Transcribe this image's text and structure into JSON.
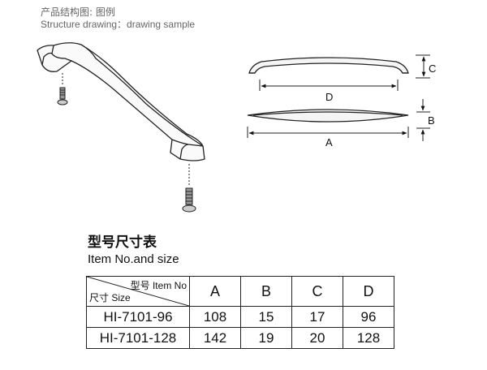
{
  "caption": {
    "cn": "产品结构图: 图例",
    "en": "Structure drawing：drawing sample"
  },
  "dimension_labels": {
    "a": "A",
    "b": "B",
    "c": "C",
    "d": "D"
  },
  "size_section": {
    "title_cn": "型号尺寸表",
    "title_en": "Item No.and size"
  },
  "table": {
    "corner_top": "型号 Item No",
    "corner_bottom": "尺寸 Size",
    "columns": [
      "A",
      "B",
      "C",
      "D"
    ],
    "rows": [
      {
        "model": "HI-7101-96",
        "values": [
          "108",
          "15",
          "17",
          "96"
        ]
      },
      {
        "model": "HI-7101-128",
        "values": [
          "142",
          "19",
          "20",
          "128"
        ]
      }
    ]
  }
}
